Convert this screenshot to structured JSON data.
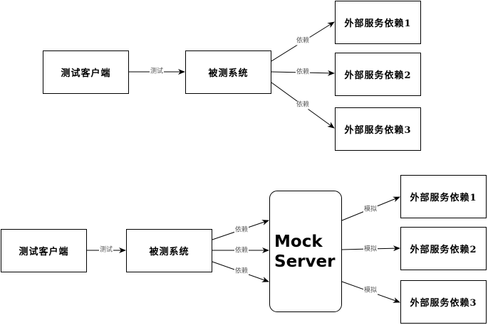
{
  "top_diagram": {
    "client": "测试客户端",
    "system": "被测系统",
    "edge_client_to_system": "测试",
    "dependencies": [
      "外部服务依赖1",
      "外部服务依赖2",
      "外部服务依赖3"
    ],
    "edge_labels": [
      "依赖",
      "依赖",
      "依赖"
    ]
  },
  "bottom_diagram": {
    "client": "测试客户端",
    "system": "被测系统",
    "edge_client_to_system": "测试",
    "mock_server": "Mock Server",
    "edge_system_to_mock": [
      "依赖",
      "依赖",
      "依赖"
    ],
    "edge_mock_to_deps": [
      "模拟",
      "模拟",
      "模拟"
    ],
    "dependencies": [
      "外部服务依赖1",
      "外部服务依赖2",
      "外部服务依赖3"
    ]
  }
}
